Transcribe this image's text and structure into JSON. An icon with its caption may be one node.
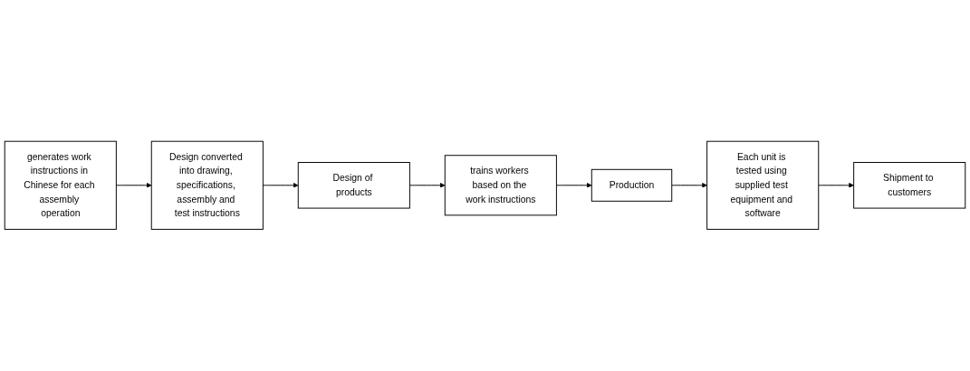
{
  "diagram": {
    "nodes": [
      {
        "text": [
          "generates work instructions in Chinese for each assembly operation"
        ]
      },
      {
        "text": [
          "Design converted into drawing, specifications, assembly and test instructions"
        ]
      },
      {
        "text": [
          "Design of products"
        ]
      },
      {
        "text": [
          "trains workers based on the work instructions"
        ]
      },
      {
        "text": [
          "Production"
        ]
      },
      {
        "text": [
          "Each unit is tested using supplied test equipment and software"
        ]
      },
      {
        "text": [
          "Shipment to customers"
        ]
      }
    ],
    "edges": [
      {
        "from": 0,
        "to": 1,
        "arrow": "to"
      },
      {
        "from": 1,
        "to": 2,
        "arrow": "to"
      },
      {
        "from": 2,
        "to": 3,
        "arrow": "to"
      },
      {
        "from": 3,
        "to": 4,
        "arrow": "to"
      },
      {
        "from": 4,
        "to": 5,
        "arrow": "to"
      },
      {
        "from": 5,
        "to": 6,
        "arrow": "to"
      }
    ]
  }
}
